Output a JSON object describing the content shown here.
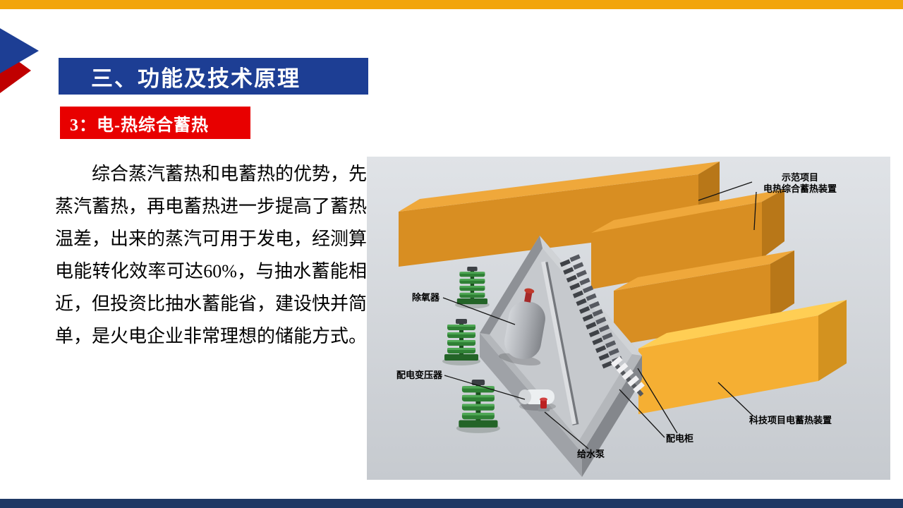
{
  "slide": {
    "header": {
      "title": "三、功能及技术原理"
    },
    "section_badge": "3：电-热综合蓄热",
    "body_text": "综合蒸汽蓄热和电蓄热的优势，先蒸汽蓄热，再电蓄热进一步提高了蓄热温差，出来的蒸汽可用于发电，经测算电能转化效率可达60%，与抽水蓄能相近，但投资比抽水蓄能省，建设快并简单，是火电企业非常理想的储能方式。"
  },
  "diagram": {
    "labels": {
      "demo_project_line1": "示范项目",
      "demo_project_line2": "电热综合蓄热装置",
      "deaerator": "除氧器",
      "distribution_transformer": "配电变压器",
      "feedwater_pump": "给水泵",
      "power_distribution_cabinet": "配电柜",
      "tech_project": "科技项目电蓄热装置"
    }
  },
  "colors": {
    "top_bar": "#F2A50C",
    "bottom_bar": "#1F3864",
    "title_bg": "#1D3E94",
    "badge_bg": "#E80000",
    "box_orange": "#D88E22",
    "box_yellow": "#F5AF33",
    "equipment_green": "#2F8035"
  }
}
